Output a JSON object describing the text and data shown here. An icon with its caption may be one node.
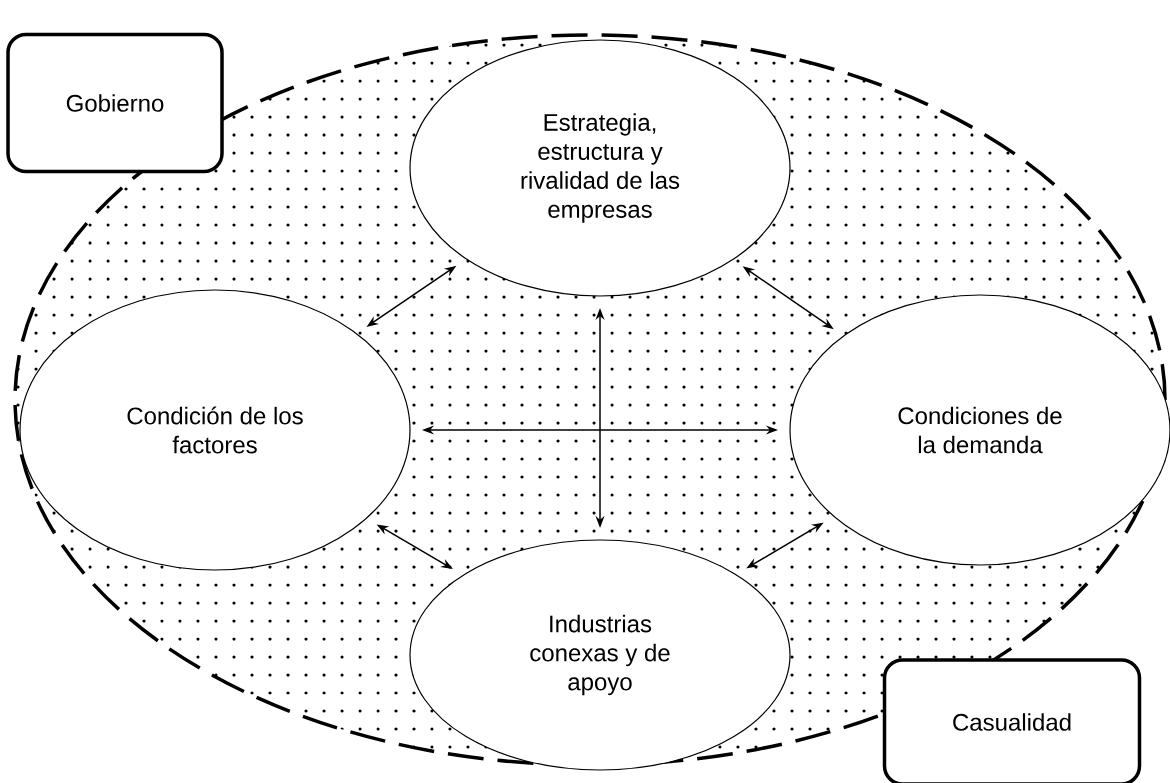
{
  "diagram": {
    "nodes": [
      {
        "text": [
          "Gobierno"
        ]
      },
      {
        "text": [],
        "shape": "ellipse"
      },
      {
        "text": [
          "Estrategia, estructura y rivalidad de las empresas"
        ],
        "in": 1
      },
      {
        "text": [
          "Condición de los factores"
        ],
        "in": 1
      },
      {
        "text": [
          "Condiciones de la demanda"
        ],
        "in": 1
      },
      {
        "text": [
          "Industrias conexas y de apoyo"
        ],
        "in": 1
      },
      {
        "text": [
          "Casualidad"
        ]
      }
    ],
    "edges": [
      {
        "from": 2,
        "to": 3,
        "arrow": "both"
      },
      {
        "from": 2,
        "to": 4,
        "arrow": "both"
      },
      {
        "from": 2,
        "to": 5,
        "arrow": "both"
      },
      {
        "from": 3,
        "to": 4,
        "arrow": "both"
      },
      {
        "from": 3,
        "to": 5,
        "arrow": "both"
      },
      {
        "from": 5,
        "to": 4,
        "arrow": "both"
      }
    ]
  }
}
